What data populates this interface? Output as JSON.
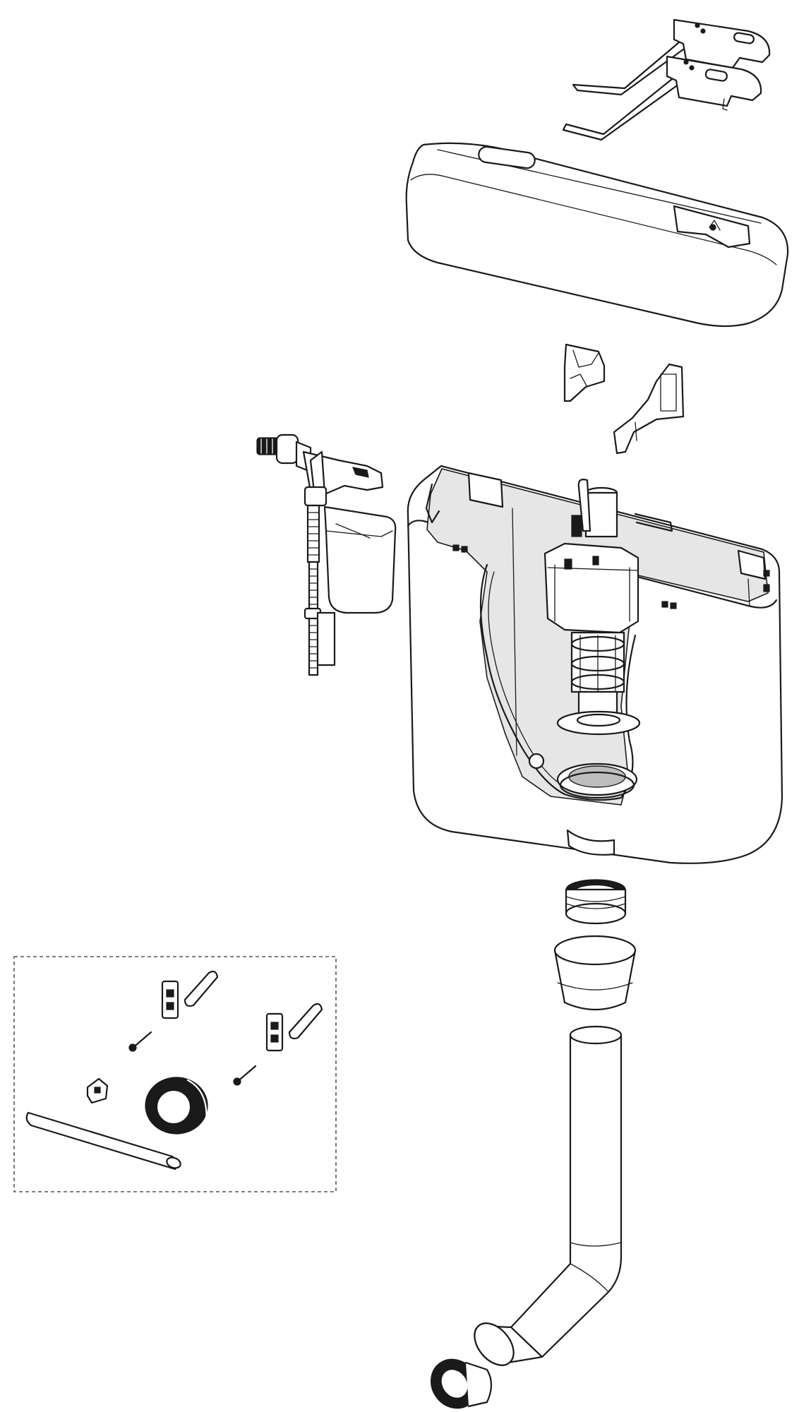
{
  "diagram": {
    "parts": [
      {
        "id": "cover-brackets",
        "icon": "push-button-bracket-icon"
      },
      {
        "id": "cistern-cover",
        "icon": "lid-icon"
      },
      {
        "id": "lid-clips",
        "icon": "clip-icon"
      },
      {
        "id": "fill-valve",
        "icon": "float-valve-icon"
      },
      {
        "id": "cistern-tank",
        "icon": "tank-icon"
      },
      {
        "id": "flush-valve",
        "icon": "flush-valve-icon"
      },
      {
        "id": "outlet-nut",
        "icon": "threaded-nut-icon"
      },
      {
        "id": "rubber-cone-seal",
        "icon": "cone-seal-icon"
      },
      {
        "id": "flush-pipe",
        "icon": "bent-pipe-icon"
      },
      {
        "id": "pipe-nut",
        "icon": "threaded-nut-icon"
      },
      {
        "id": "accessory-kit",
        "icon": "fixing-kit-icon"
      }
    ],
    "colors": {
      "line": "#1a1a1a",
      "fill": "#ffffff",
      "interior": "#e6e6e6",
      "dash": "#555555"
    }
  }
}
